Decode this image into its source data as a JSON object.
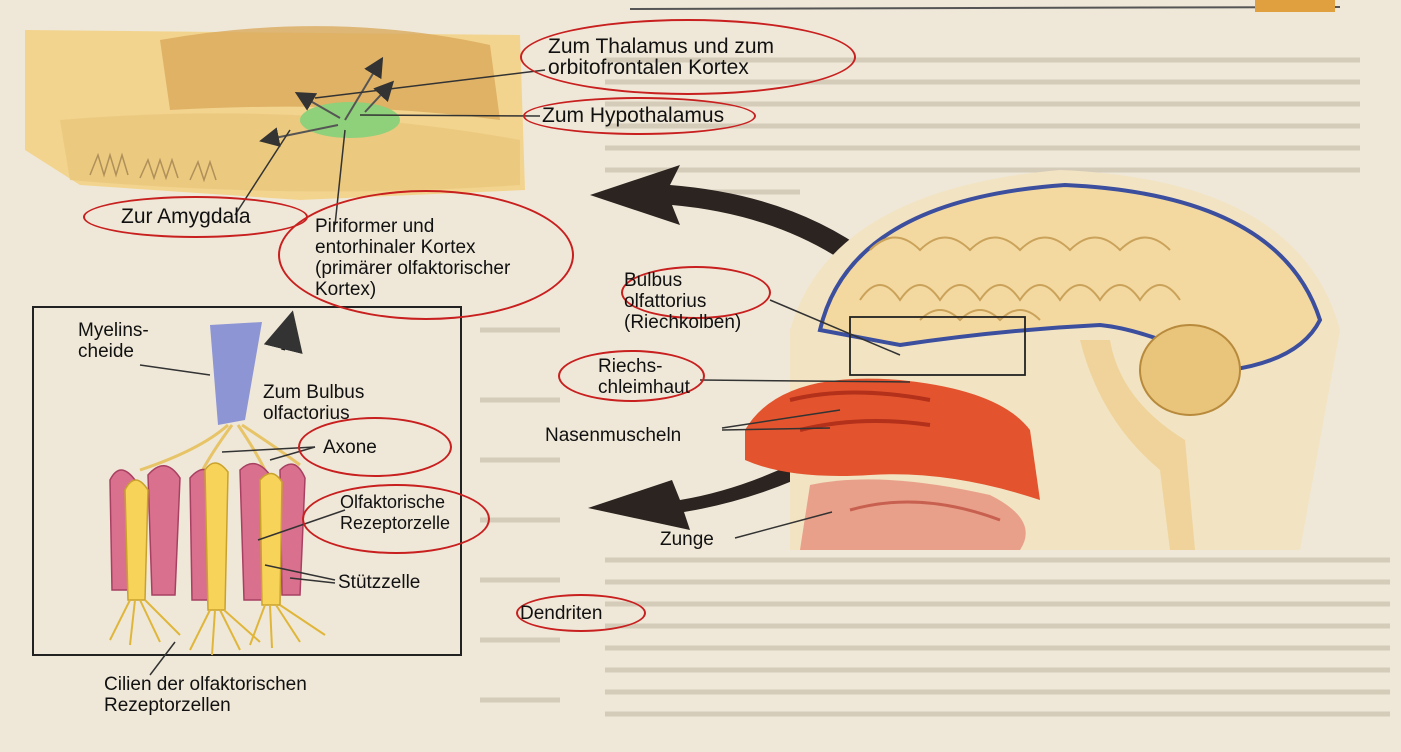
{
  "labels": {
    "thalamus": "Zum Thalamus und zum\norbitofrontalen Kortex",
    "hypothalamus": "Zum Hypothalamus",
    "amygdala": "Zur Amygdala",
    "piriform": "Piriformer und\nentorhinaler Kortex\n(primärer olfaktorischer\nKortex)",
    "myelin": "Myelins-\ncheide",
    "to_bulbus": "Zum Bulbus\nolfactorius",
    "axone": "Axone",
    "receptor": "Olfaktorische\nRezeptorzelle",
    "support": "Stützzelle",
    "cilia": "Cilien der olfaktorischen\nRezeptorzellen",
    "dendrites": "Dendriten",
    "bulbus": "Bulbus\nolfattorius\n(Riechkolben)",
    "mucosa": "Riechs-\nchleimhaut",
    "turbinates": "Nasenmuscheln",
    "tongue": "Zunge"
  },
  "colors": {
    "ring": "#c81f1f",
    "paper": "#efe8d8",
    "brain": "#f3d9a0",
    "receptor_cell": "#f7d35a",
    "support_cell": "#d9708e",
    "myelin": "#8e95d4",
    "nasal_tissue": "#e3542e",
    "arrow": "#2b2420"
  }
}
